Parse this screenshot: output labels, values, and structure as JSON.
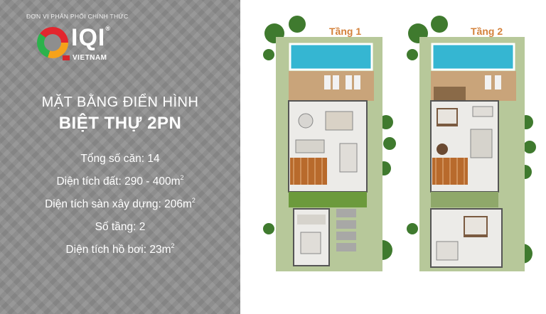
{
  "brand": {
    "distributor": "ĐƠN VỊ PHÂN PHỐI CHÍNH THỨC",
    "logo_text": "IQI",
    "logo_sub": "VIETNAM",
    "registered": "®"
  },
  "heading": {
    "line1": "MẶT BẰNG ĐIỂN HÌNH",
    "line2": "BIỆT THỰ 2PN"
  },
  "specs": [
    {
      "label": "Tổng số căn: 14",
      "unit_sup": ""
    },
    {
      "label": "Diện tích đất: 290 - 400m",
      "unit_sup": "2"
    },
    {
      "label": "Diện tích sàn xây dựng: 206m",
      "unit_sup": "2"
    },
    {
      "label": "Số tầng: 2",
      "unit_sup": ""
    },
    {
      "label": "Diện tích hồ bơi: 23m",
      "unit_sup": "2"
    }
  ],
  "floorplans": [
    {
      "label": "Tầng 1"
    },
    {
      "label": "Tầng 2"
    }
  ],
  "colors": {
    "panel_bg": "#8e8e8e",
    "floor_label": "#d4823b",
    "pool": "#35b6d2",
    "deck": "#c9a47a",
    "lawn": "#5f8a3a"
  }
}
